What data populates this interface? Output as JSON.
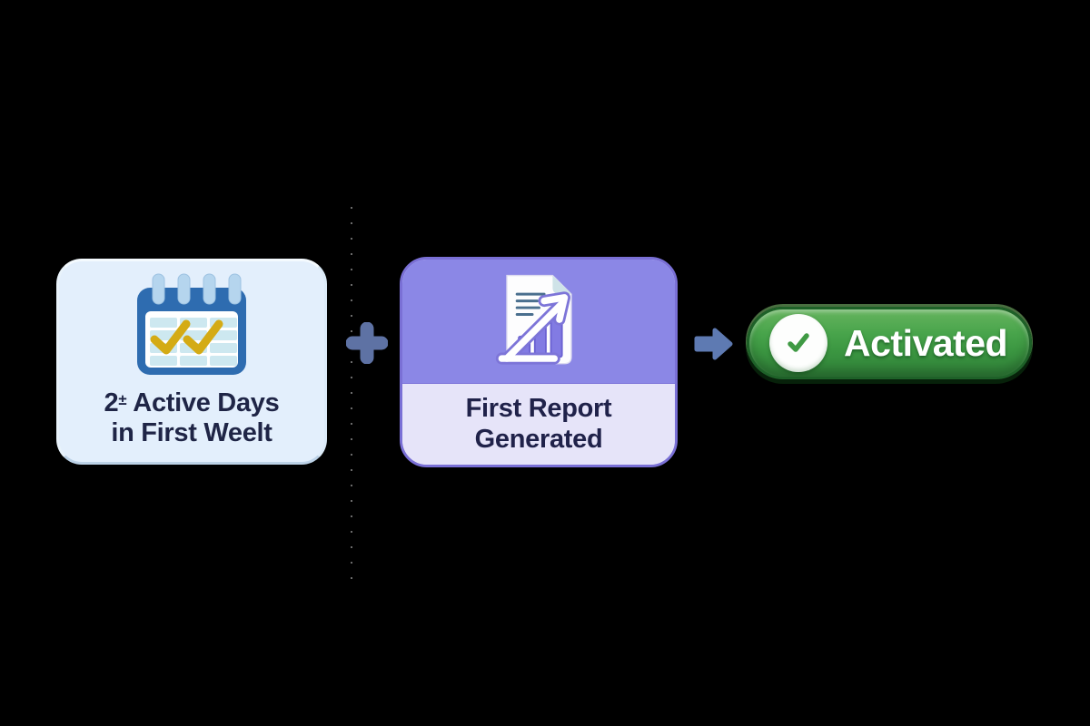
{
  "diagram": {
    "name": "activation-flow",
    "cards": {
      "active_days": {
        "icon": "calendar-icon",
        "label_prefix": "2",
        "label_sup": "±",
        "label_rest": " Active Days",
        "label_line2": "in First Weelt"
      },
      "first_report": {
        "icon": "report-chart-icon",
        "label_line1": "First Report",
        "label_line2": "Generated"
      }
    },
    "connectors": {
      "plus": "plus-icon",
      "arrow": "arrow-right-icon"
    },
    "button": {
      "label": "Activated",
      "icon": "check-icon"
    }
  },
  "colors": {
    "background": "#000000",
    "connector_slate": "#5e74a8",
    "card1_bg": "#e3effc",
    "card1_text": "#1f2546",
    "card2_top_bg": "#8b87e6",
    "card2_bottom_bg": "#e6e4f9",
    "card2_border": "#7a70d6",
    "card2_text": "#20224a",
    "calendar_blue": "#2e6cb0",
    "calendar_cell_blue": "#cde8f0",
    "calendar_check_gold": "#d4ab15",
    "report_purple": "#7d75d8",
    "report_bar_purple": "#827be3",
    "button_green": "#3f9e44",
    "button_border_green": "#1e6128",
    "button_text": "#ffffff",
    "check_green": "#3f9a44"
  }
}
